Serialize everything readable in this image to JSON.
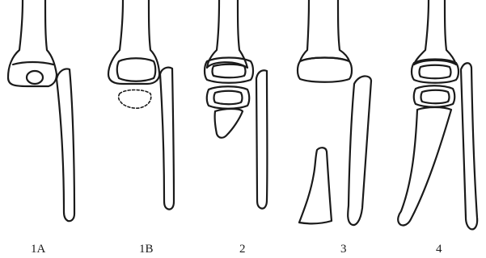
{
  "figure": {
    "panels": [
      {
        "id": "1A",
        "label": "1A"
      },
      {
        "id": "1B",
        "label": "1B"
      },
      {
        "id": "2",
        "label": "2"
      },
      {
        "id": "3",
        "label": "3"
      },
      {
        "id": "4",
        "label": "4"
      }
    ]
  }
}
